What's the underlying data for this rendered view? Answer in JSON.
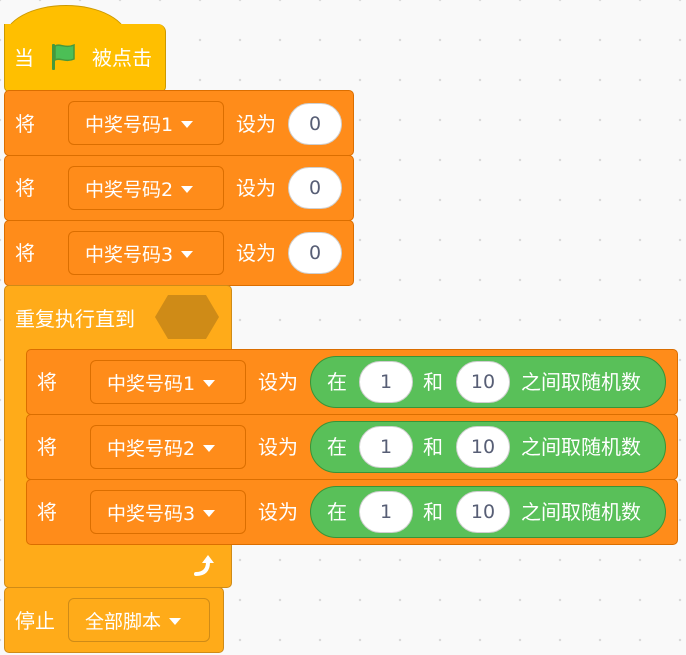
{
  "blocks": {
    "when_flag": {
      "prefix": "当",
      "suffix": "被点击",
      "flag_icon": "green-flag-icon"
    },
    "set1": {
      "verb": "将",
      "var": "中奖号码1",
      "to": "设为",
      "value": "0"
    },
    "set2": {
      "verb": "将",
      "var": "中奖号码2",
      "to": "设为",
      "value": "0"
    },
    "set3": {
      "verb": "将",
      "var": "中奖号码3",
      "to": "设为",
      "value": "0"
    },
    "repeat_until": {
      "label": "重复执行直到"
    },
    "inner1": {
      "verb": "将",
      "var": "中奖号码1",
      "to": "设为",
      "rand_in": "在",
      "from": "1",
      "and": "和",
      "to_val": "10",
      "rand_label": "之间取随机数"
    },
    "inner2": {
      "verb": "将",
      "var": "中奖号码2",
      "to": "设为",
      "rand_in": "在",
      "from": "1",
      "and": "和",
      "to_val": "10",
      "rand_label": "之间取随机数"
    },
    "inner3": {
      "verb": "将",
      "var": "中奖号码3",
      "to": "设为",
      "rand_in": "在",
      "from": "1",
      "and": "和",
      "to_val": "10",
      "rand_label": "之间取随机数"
    },
    "stop": {
      "label": "停止",
      "option": "全部脚本"
    },
    "loop_icon": "loop-arrow-icon"
  },
  "colors": {
    "events": "#ffbf00",
    "data": "#ff8c1a",
    "control": "#ffab19",
    "operators": "#59c059",
    "hexagon": "#cf8b17"
  }
}
